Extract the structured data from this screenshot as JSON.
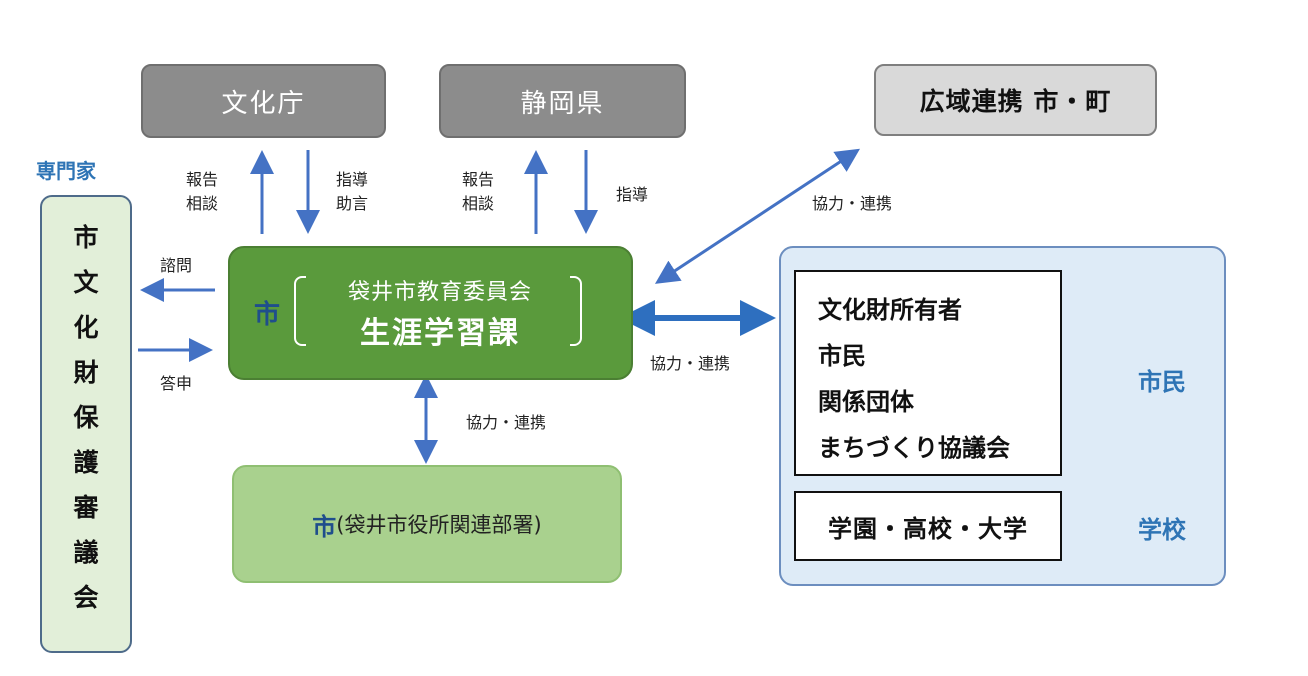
{
  "expert_title": "専門家",
  "council": {
    "label": "市文化財保護審議会"
  },
  "top_nodes": {
    "agency": "文化庁",
    "prefecture": "静岡県",
    "regional": "広域連携 市・町"
  },
  "center": {
    "city": "市",
    "line1": "袋井市教育委員会",
    "line2": "生涯学習課"
  },
  "sub": {
    "city": "市",
    "text": "(袋井市役所関連部署)"
  },
  "labels": {
    "report1": [
      "報告",
      "相談"
    ],
    "guide1": [
      "指導",
      "助言"
    ],
    "report2": [
      "報告",
      "相談"
    ],
    "guide2": "指導",
    "coop_regional": "協力・連携",
    "consult": "諮問",
    "answer": "答申",
    "coop_right": "協力・連携",
    "coop_down": "協力・連携"
  },
  "stakeholders": [
    "文化財所有者",
    "市民",
    "関係団体",
    "まちづくり協議会"
  ],
  "schools": "学園・高校・大学",
  "outcomes": {
    "citizens": "市民",
    "schools": "学校"
  },
  "colors": {
    "center_green": "#5a9a3c",
    "sub_green": "#a9d18e",
    "council_bg": "#e2efd9",
    "arrow_blue": "#4472c4",
    "group_bg": "#deebf7",
    "label_blue": "#2e74b5"
  }
}
